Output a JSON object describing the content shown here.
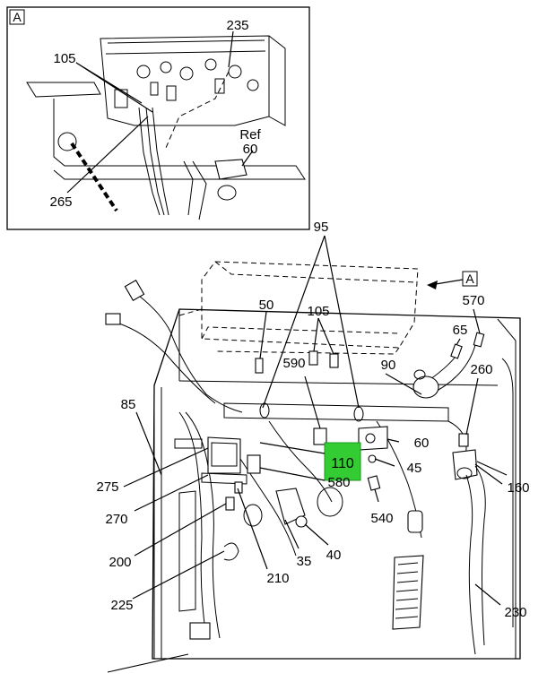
{
  "inset": {
    "view_label": "A"
  },
  "main": {
    "view_label": "A",
    "highlight_color": "#33cc33"
  },
  "callouts": {
    "c235": "235",
    "c105a": "105",
    "c265": "265",
    "cref": "Ref",
    "c60a": "60",
    "c95": "95",
    "c50": "50",
    "c105b": "105",
    "c570": "570",
    "c65": "65",
    "c590": "590",
    "c90": "90",
    "c260": "260",
    "c85": "85",
    "c60b": "60",
    "c110": "110",
    "c45": "45",
    "c275": "275",
    "c580": "580",
    "c160": "160",
    "c270": "270",
    "c540": "540",
    "c200": "200",
    "c40": "40",
    "c35": "35",
    "c210": "210",
    "c225": "225",
    "c230": "230"
  }
}
